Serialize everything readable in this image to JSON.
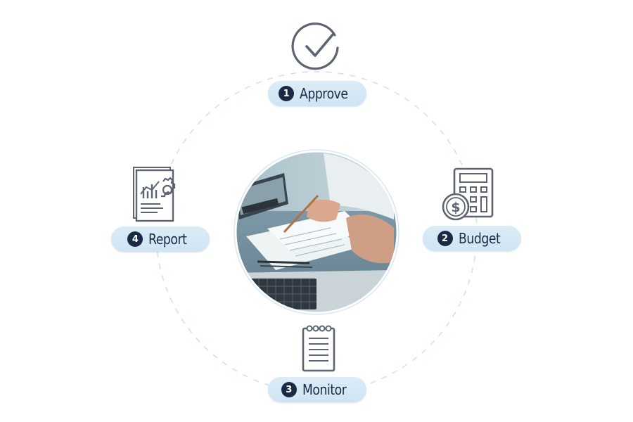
{
  "diagram": {
    "steps": [
      {
        "number": "1",
        "label": "Approve",
        "icon": "checkmark-circle-icon"
      },
      {
        "number": "2",
        "label": "Budget",
        "icon": "calculator-dollar-icon"
      },
      {
        "number": "3",
        "label": "Monitor",
        "icon": "notepad-icon"
      },
      {
        "number": "4",
        "label": "Report",
        "icon": "chart-report-gear-icon"
      }
    ],
    "center_image": "desk-paperwork-photo",
    "colors": {
      "ring_dash": "#cfe2ee",
      "pill_bg": "#d6e8f4",
      "badge": "#1b2a44",
      "icon_stroke": "#5b6470",
      "text": "#1b2a44"
    }
  }
}
